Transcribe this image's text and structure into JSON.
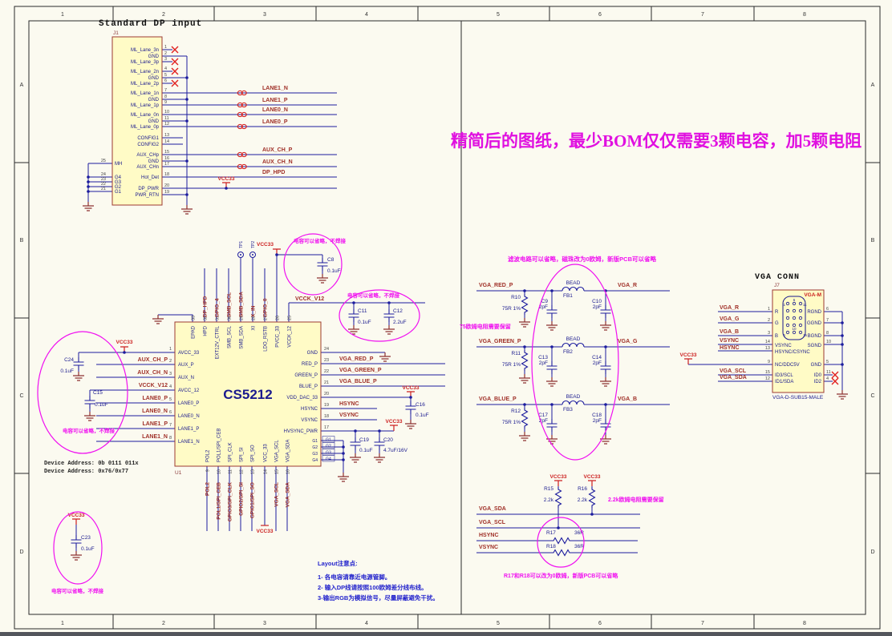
{
  "frame": {
    "cols": [
      "1",
      "2",
      "3",
      "4",
      "5",
      "6",
      "7",
      "8"
    ],
    "rows": [
      "A",
      "B",
      "C",
      "D"
    ]
  },
  "banner": "精简后的图纸，最少BOM仅仅需要3颗电容，加5颗电阻",
  "nets": {
    "vcc": "VCC33"
  },
  "dp": {
    "title": "Standard DP input",
    "ref": "J1",
    "right": [
      [
        "1",
        "ML_Lane_3n"
      ],
      [
        "2",
        "GND"
      ],
      [
        "3",
        "ML_Lane_3p"
      ],
      [
        "4",
        "ML_Lane_2n"
      ],
      [
        "5",
        "GND"
      ],
      [
        "6",
        "ML_Lane_2p"
      ],
      [
        "7",
        "ML_Lane_1n"
      ],
      [
        "8",
        "GND"
      ],
      [
        "9",
        "ML_Lane_1p"
      ],
      [
        "10",
        "ML_Lane_0n"
      ],
      [
        "11",
        "GND"
      ],
      [
        "12",
        "ML_Lane_0p"
      ],
      [
        "13",
        "CONFIG1"
      ],
      [
        "14",
        "CONFIG2"
      ],
      [
        "15",
        "AUX_CHp"
      ],
      [
        "16",
        "GND"
      ],
      [
        "17",
        "AUX_CHn"
      ],
      [
        "18",
        "Hot_Det"
      ],
      [
        "20",
        "DP_PWR"
      ],
      [
        "19",
        "PWR_RTN"
      ]
    ],
    "left": [
      [
        "25",
        "MH"
      ],
      [
        "24",
        "G4"
      ],
      [
        "23",
        "G3"
      ],
      [
        "22",
        "G2"
      ],
      [
        "21",
        "G1"
      ]
    ],
    "nets": [
      "LANE1_N",
      "LANE1_P",
      "LANE0_N",
      "LANE0_P",
      "AUX_CH_P",
      "AUX_CH_N",
      "DP_HPD"
    ]
  },
  "u1": {
    "ref": "U1",
    "name": "CS5212",
    "vcck": "VCCK_V12",
    "left": [
      [
        "1",
        "AVCC_33"
      ],
      [
        "2",
        "AUX_P"
      ],
      [
        "3",
        "AUX_N"
      ],
      [
        "4",
        "AVCC_12"
      ],
      [
        "5",
        "LANE0_P"
      ],
      [
        "6",
        "LANE0_N"
      ],
      [
        "7",
        "LANE1_P"
      ],
      [
        "8",
        "LANE1_N"
      ]
    ],
    "right": [
      [
        "24",
        "GND"
      ],
      [
        "23",
        "RED_P"
      ],
      [
        "22",
        "GREEN_P"
      ],
      [
        "21",
        "BLUE_P"
      ],
      [
        "20",
        "VDD_DAC_33"
      ],
      [
        "19",
        "HSYNC"
      ],
      [
        "18",
        "VSYNC"
      ],
      [
        "17",
        "HVSYNC_PWR"
      ]
    ],
    "g": [
      "G1",
      "G2",
      "G3",
      "G4"
    ],
    "top": [
      [
        "33",
        "EPAD"
      ],
      [
        "32",
        "HPD"
      ],
      [
        "31",
        "EXT12V_CTRL"
      ],
      [
        "30",
        "SMB_SCL"
      ],
      [
        "29",
        "SMB_SDA"
      ],
      [
        "28",
        "XI"
      ],
      [
        "27",
        "LDO_RSTB"
      ],
      [
        "26",
        "PVCC_33"
      ],
      [
        "25",
        "VCCK_12"
      ]
    ],
    "bottom": [
      [
        "9",
        "POL2"
      ],
      [
        "10",
        "POL1/SPI_CEB"
      ],
      [
        "11",
        "SPI_CLK"
      ],
      [
        "12",
        "SPI_SI"
      ],
      [
        "13",
        "SPI_SO"
      ],
      [
        "14",
        "VCC_33"
      ],
      [
        "15",
        "VGA_SCL"
      ],
      [
        "16",
        "VGA_SDA"
      ]
    ],
    "top_nets": [
      "DP_HPD",
      "GPIO_4",
      "SMB_SCL",
      "SMB_SDA",
      "X_IN",
      "GPIO_0"
    ],
    "bottom_nets": [
      "POL2",
      "POL1/SPI_CEB",
      "GPIO3/SPI_CLK",
      "GPIO2/SPI_SI",
      "GPIO1/SPI_SO",
      "VGA_SCL",
      "VGA_SDA"
    ],
    "left_nets": [
      "AUX_CH_P",
      "AUX_CH_N",
      "VCCK_V12",
      "LANE0_P",
      "LANE0_N",
      "LANE1_P",
      "LANE1_N"
    ],
    "right_nets": [
      "VGA_RED_P",
      "VGA_GREEN_P",
      "VGA_BLUE_P",
      "HSYNC",
      "VSYNC"
    ],
    "tp": [
      "TP1",
      "TP2"
    ]
  },
  "caps": {
    "c8": [
      "C8",
      "0.1uF"
    ],
    "c11": [
      "C11",
      "0.1uF"
    ],
    "c12": [
      "C12",
      "2.2uF"
    ],
    "c15": [
      "C15",
      "0.1uF"
    ],
    "c16": [
      "C16",
      "0.1uF"
    ],
    "c19": [
      "C19",
      "0.1uF"
    ],
    "c20": [
      "C20",
      "4.7uF/16V"
    ],
    "c23": [
      "C23",
      "0.1uF"
    ],
    "c24": [
      "C24",
      "0.1uF"
    ]
  },
  "notes": {
    "cap_omit": "电容可以省略，不焊接",
    "dev1": "Device Address: 0b 0111 011x",
    "dev2": "Device Address: 0x76/0x77",
    "layout_title": "Layout注意点:",
    "layout1": "1- 各电容请靠近电源管脚。",
    "layout2": "2- 输入DP线请按照100欧姆差分线布线。",
    "layout3": "3-输出RGB为模拟信号，尽量屏蔽避免干扰。"
  },
  "filters": {
    "note_top": "滤波电路可以省略，磁珠改为0欧姆，新版PCB可以省略",
    "note_left": "75欧姆电阻需要保留",
    "bead": "BEAD",
    "rows": [
      {
        "in": "VGA_RED_P",
        "out": "VGA_R",
        "r": "R10",
        "rv": "75R 1%",
        "c1": "C9",
        "cv": "2pF",
        "fb": "FB1",
        "c2": "C10"
      },
      {
        "in": "VGA_GREEN_P",
        "out": "VGA_G",
        "r": "R11",
        "rv": "75R 1%",
        "c1": "C13",
        "cv": "2pF",
        "fb": "FB2",
        "c2": "C14"
      },
      {
        "in": "VGA_BLUE_P",
        "out": "VGA_B",
        "r": "R12",
        "rv": "75R 1%",
        "c1": "C17",
        "cv": "2pF",
        "fb": "FB3",
        "c2": "C18"
      }
    ]
  },
  "sync": {
    "note_pullup": "2.2k欧姆电阻需要保留",
    "note_series": "R17和R18可以改为0欧姆，新版PCB可以省略",
    "r15": "R15",
    "r16": "R16",
    "r17": "R17",
    "r18": "R18",
    "v22": "2.2k",
    "v36": "36R",
    "nets": [
      "VGA_SDA",
      "VGA_SCL",
      "HSYNC",
      "VSYNC"
    ]
  },
  "vga": {
    "title": "VGA CONN",
    "ref": "J7",
    "comment": "VGA-M",
    "footprint": "VGA-D-SUB15-MALE",
    "left": [
      [
        "1",
        "R",
        "VGA_R"
      ],
      [
        "2",
        "G",
        "VGA_G"
      ],
      [
        "3",
        "B",
        "VGA_B"
      ],
      [
        "14",
        "VSYNC",
        "VSYNC"
      ],
      [
        "13",
        "HSYNC/CSYNC",
        "HSYNC"
      ],
      [
        "9",
        "NC/DDC5V"
      ],
      [
        "15",
        "ID3/SCL",
        "VGA_SCL"
      ],
      [
        "12",
        "ID1/SDA",
        "VGA_SDA"
      ]
    ],
    "right": [
      [
        "6",
        "RGND"
      ],
      [
        "7",
        "GGND"
      ],
      [
        "8",
        "BGND"
      ],
      [
        "10",
        "SGND"
      ],
      [
        "5",
        "GND"
      ],
      [
        "11",
        "ID0"
      ],
      [
        "4",
        "ID2"
      ]
    ],
    "dsub": [
      "6",
      "1",
      "11",
      "10",
      "5",
      "15"
    ]
  }
}
